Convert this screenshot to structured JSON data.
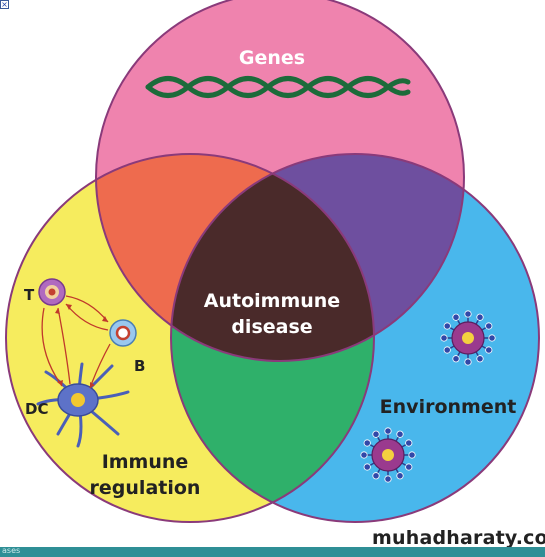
{
  "labels": {
    "genes": "Genes",
    "center_line1": "Autoimmune",
    "center_line2": "disease",
    "environment": "Environment",
    "immune_line1": "Immune",
    "immune_line2": "regulation",
    "cell_t": "T",
    "cell_b": "B",
    "cell_dc": "DC"
  },
  "watermark": "muhadharaty.com",
  "bottom_bar_text": "ases",
  "close_icon_glyph": "×",
  "colors": {
    "genes_circle": "#ef83ae",
    "immune_circle": "#f6ec5e",
    "environment_circle": "#49b7ec",
    "genes_immune_overlap": "#ee6b4e",
    "genes_environment_overlap": "#6e4f9f",
    "immune_environment_overlap": "#2fb06a",
    "center_overlap": "#4a2a2a",
    "dna": "#1c6b3a",
    "outline": "#8a3a7a"
  }
}
